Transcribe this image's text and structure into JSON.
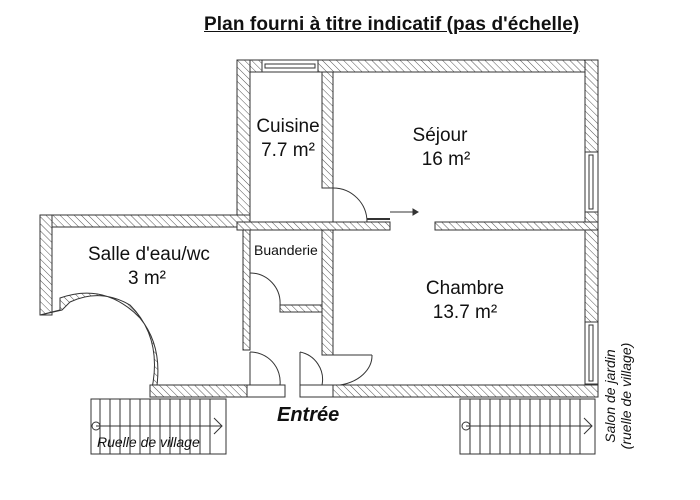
{
  "title": "Plan fourni à titre indicatif (pas d'échelle)",
  "rooms": [
    {
      "id": "cuisine",
      "name": "Cuisine",
      "area": "7.7 m²"
    },
    {
      "id": "sejour",
      "name": "Séjour",
      "area": "16 m²"
    },
    {
      "id": "salle-eau",
      "name": "Salle d'eau/wc",
      "area": "3 m²"
    },
    {
      "id": "buanderie",
      "name": "Buanderie",
      "area": ""
    },
    {
      "id": "chambre",
      "name": "Chambre",
      "area": "13.7 m²"
    }
  ],
  "labels": {
    "entree": "Entrée",
    "ruelle": "Ruelle de village",
    "salon_line1": "Salon de jardin",
    "salon_line2": "(ruelle de village)"
  },
  "colors": {
    "wall_stroke": "#333333",
    "hatch": "#555555",
    "background": "#ffffff"
  }
}
